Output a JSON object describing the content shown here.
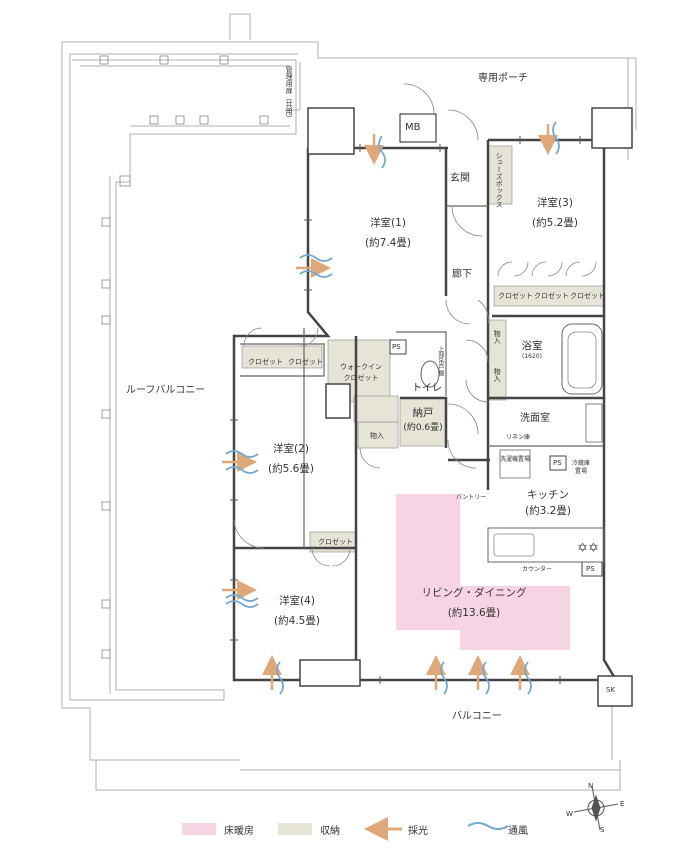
{
  "rooms": {
    "bedroom1": {
      "name": "洋室(1)",
      "size": "(約7.4畳)"
    },
    "bedroom2": {
      "name": "洋室(2)",
      "size": "(約5.6畳)"
    },
    "bedroom3": {
      "name": "洋室(3)",
      "size": "(約5.2畳)"
    },
    "bedroom4": {
      "name": "洋室(4)",
      "size": "(約4.5畳)"
    },
    "ldk": {
      "name": "リビング・ダイニング",
      "size": "(約13.6畳)"
    },
    "kitchen": {
      "name": "キッチン",
      "size": "(約3.2畳)"
    },
    "storage": {
      "name": "納戸",
      "size": "(約0.6畳)"
    },
    "bath": {
      "name": "浴室",
      "size": "(1620)"
    },
    "washroom": {
      "name": "洗面室"
    },
    "entrance": {
      "name": "玄関"
    },
    "hallway": {
      "name": "廊下"
    },
    "toilet": {
      "name": "トイレ"
    }
  },
  "areas": {
    "roof_balcony": "ルーフバルコニー",
    "porch": "専用ポーチ",
    "balcony": "バルコニー"
  },
  "labels": {
    "mb": "MB",
    "ps": "PS",
    "sk": "SK",
    "closet": "クロゼット",
    "walk_in_closet_1": "ウォークイン",
    "walk_in_closet_2": "クロゼット",
    "shoes_box": "シューズボックス",
    "storage_in": "物入",
    "upper_shelf": "上部吊戸棚",
    "linen": "リネン庫",
    "washer": "洗濯機置場",
    "fridge_1": "冷蔵庫",
    "fridge_2": "置場",
    "pantry": "パントリー",
    "counter": "カウンター",
    "control_room": "管理用扉（共用）"
  },
  "legend": [
    {
      "label": "床暖房",
      "color": "#f7d4e4"
    },
    {
      "label": "収納",
      "color": "#e6e3d7"
    },
    {
      "label": "採光",
      "color": "#e0a878"
    },
    {
      "label": "通風",
      "color": "#74a9cf"
    }
  ],
  "compass": {
    "north": "N",
    "east": "E",
    "south": "S",
    "west": "W"
  },
  "colors": {
    "floor_heating": "#f7d4e4",
    "storage": "#e6e3d7",
    "light": "#e0a878",
    "wind": "#74a9cf",
    "wall": "#444444"
  }
}
